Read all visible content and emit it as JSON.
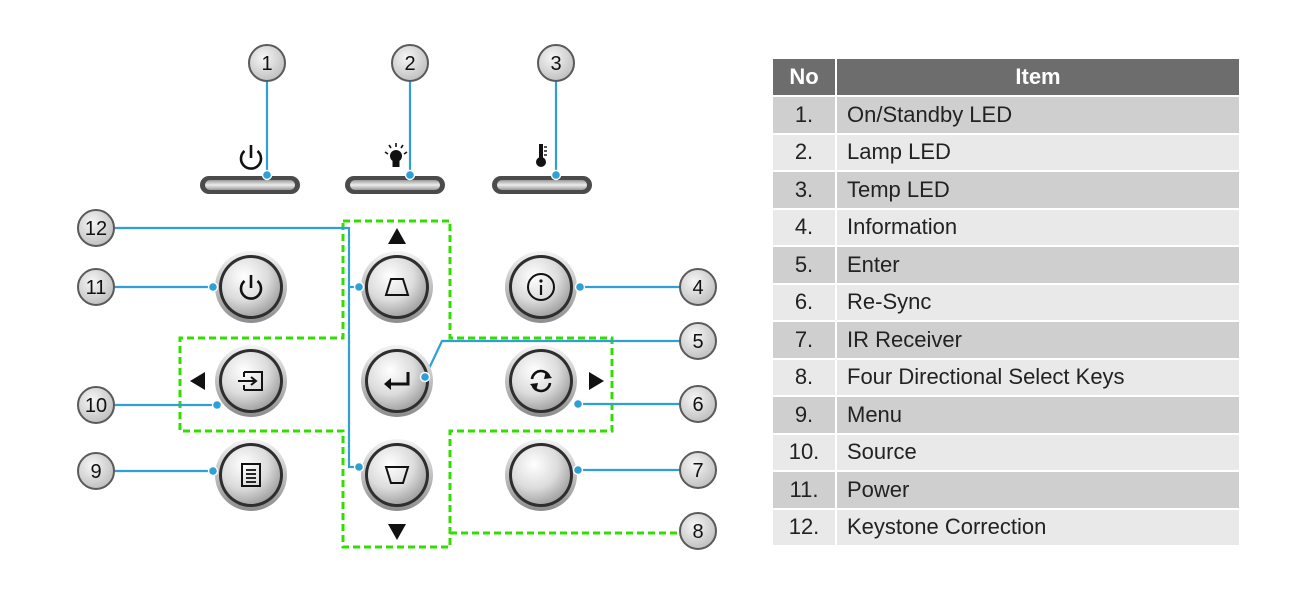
{
  "diagram": {
    "callouts": [
      "1",
      "2",
      "3",
      "4",
      "5",
      "6",
      "7",
      "8",
      "9",
      "10",
      "11",
      "12"
    ],
    "icons": {
      "led_1": "power-icon",
      "led_2": "lamp-icon",
      "led_3": "thermometer-icon",
      "power_key": "power-icon",
      "info_key": "info-icon",
      "source_key": "source-input-icon",
      "enter_key": "enter-return-icon",
      "resync_key": "resync-icon",
      "menu_key": "menu-list-icon",
      "keystone_up": "keystone-up-trapezoid-icon",
      "keystone_down": "keystone-down-trapezoid-icon"
    },
    "colors": {
      "leader_line": "#2f9fd8",
      "dashed_outline": "#33dd00",
      "callout_fill": "#dcdcdc"
    }
  },
  "table": {
    "headers": {
      "no": "No",
      "item": "Item"
    },
    "rows": [
      {
        "no": "1.",
        "item": "On/Standby LED"
      },
      {
        "no": "2.",
        "item": "Lamp LED"
      },
      {
        "no": "3.",
        "item": "Temp LED"
      },
      {
        "no": "4.",
        "item": "Information"
      },
      {
        "no": "5.",
        "item": "Enter"
      },
      {
        "no": "6.",
        "item": "Re-Sync"
      },
      {
        "no": "7.",
        "item": "IR Receiver"
      },
      {
        "no": "8.",
        "item": "Four Directional Select Keys"
      },
      {
        "no": "9.",
        "item": "Menu"
      },
      {
        "no": "10.",
        "item": "Source"
      },
      {
        "no": "11.",
        "item": "Power"
      },
      {
        "no": "12.",
        "item": "Keystone Correction"
      }
    ]
  }
}
